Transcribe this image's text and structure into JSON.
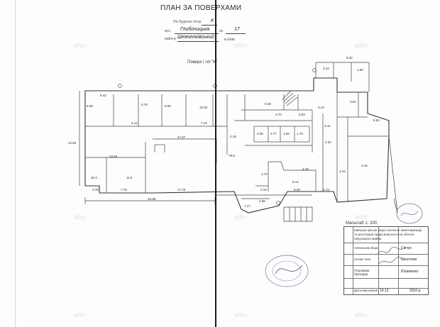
{
  "document": {
    "title": "ПЛАН ЗА ПОВЕРХАМИ",
    "building_letter_label": "На будинок літер",
    "building_letter": "К",
    "street_prefix": "вул.",
    "street": "Глибочицька",
    "house_no_label": "№",
    "house_no": "17",
    "district_label": "району",
    "district": "Шевченківський",
    "city": "м.Київ",
    "floor_caption": "Поверх І літ.\"К\"",
    "scale": "Масштаб 1: 200",
    "watermark": "allbc"
  },
  "rooms": [
    {
      "area": "5.42"
    },
    {
      "area": "8.60"
    },
    {
      "area": "4.12"
    },
    {
      "area": "5.78"
    },
    {
      "area": "9.83"
    },
    {
      "area": "7.44"
    },
    {
      "area": "17.67"
    },
    {
      "area": "10.02"
    },
    {
      "area": "34.64"
    },
    {
      "area": "26.4"
    },
    {
      "area": "11.5"
    },
    {
      "area": "78.8"
    },
    {
      "area": "9.38"
    },
    {
      "area": "3.70"
    },
    {
      "area": "5.83"
    },
    {
      "area": "4.05"
    },
    {
      "area": "2.77"
    },
    {
      "area": "4.82"
    },
    {
      "area": "1.70"
    },
    {
      "area": "4.41"
    },
    {
      "area": "3.94"
    },
    {
      "area": "5.54"
    },
    {
      "area": "2.34"
    },
    {
      "area": "4.15"
    },
    {
      "area": "8.14"
    },
    {
      "area": "3.12"
    },
    {
      "area": "1.05"
    },
    {
      "area": "7.17"
    },
    {
      "area": "2.65"
    },
    {
      "area": "4.32"
    }
  ],
  "dimensions": [
    {
      "text": "23.68"
    },
    {
      "text": "17.70"
    },
    {
      "text": "3.75"
    },
    {
      "text": "7.75"
    },
    {
      "text": "9.32"
    },
    {
      "text": "4.30"
    },
    {
      "text": "9.40"
    },
    {
      "text": "2.72"
    },
    {
      "text": "2.15"
    },
    {
      "text": "3.70"
    },
    {
      "text": "12.63"
    },
    {
      "text": "4.18"
    },
    {
      "text": "3.10"
    }
  ],
  "stamp": {
    "org_lines": [
      "Київське міське бюро технічної інвентаризації",
      "та реєстрації права власності на об'єкти",
      "нерухомого майна"
    ],
    "rows": [
      {
        "label": "Начальник бюро",
        "name": "Свічук"
      },
      {
        "label": "Склав техн.",
        "name": "Сенотова"
      },
      {
        "label": "Перевірив бригадир",
        "name": "Юхименко"
      }
    ],
    "date_label": "Дата виконання",
    "date_day": "14.12.",
    "date_year": "2010 р."
  },
  "colors": {
    "line": "#333333",
    "seam": "#1a1a1a",
    "stamp_ink": "#6a7aa0",
    "watermark": "#e4e4e4"
  }
}
